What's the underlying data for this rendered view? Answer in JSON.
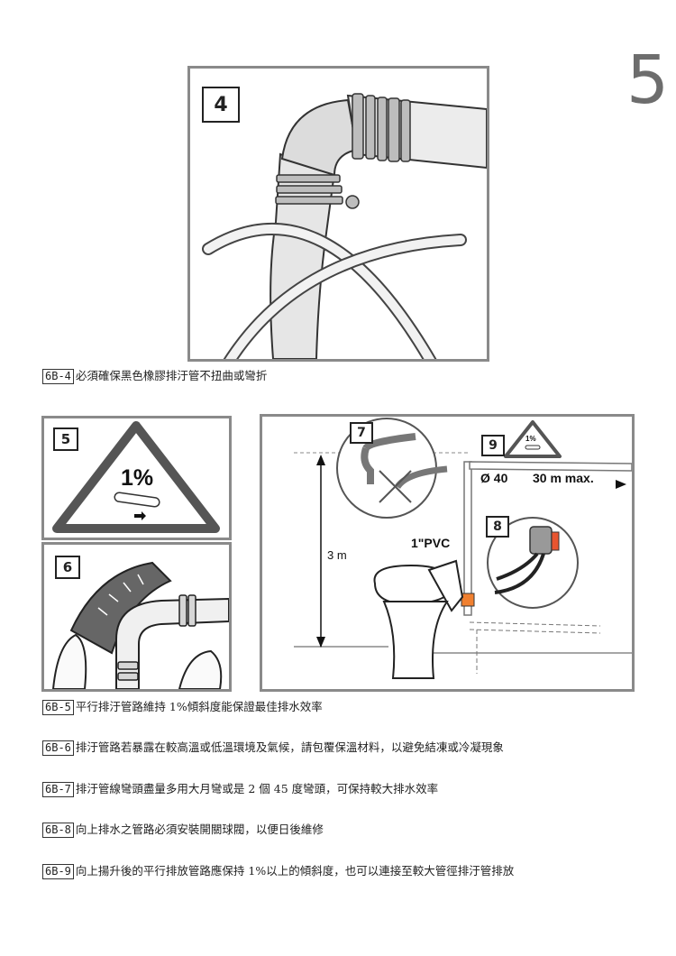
{
  "page": {
    "number": "5"
  },
  "figures": {
    "f4": {
      "step": "4"
    },
    "f5": {
      "step": "5",
      "slope": "1%"
    },
    "f6": {
      "step": "6"
    },
    "f7": {
      "step": "7"
    },
    "f8": {
      "step": "8"
    },
    "f9": {
      "step": "9",
      "slope": "1%"
    },
    "install": {
      "pipe_diameter": "Ø 40",
      "max_length": "30 m max.",
      "height": "3 m",
      "pvc": "1\"PVC"
    }
  },
  "captions": [
    {
      "code": "6B-4",
      "text": "必須確保黑色橡膠排汙管不扭曲或彎折"
    },
    {
      "code": "6B-5",
      "text": "平行排汙管路維持 1%傾斜度能保證最佳排水效率"
    },
    {
      "code": "6B-6",
      "text": "排汙管路若暴露在較高溫或低溫環境及氣候，請包覆保溫材料，以避免結凍或冷凝現象"
    },
    {
      "code": "6B-7",
      "text": "排汙管線彎頭盡量多用大月彎或是 2 個 45 度彎頭，可保持較大排水效率"
    },
    {
      "code": "6B-8",
      "text": "向上排水之管路必須安裝開關球閥，以便日後維修"
    },
    {
      "code": "6B-9",
      "text": "向上揚升後的平行排放管路應保持 1%以上的傾斜度，也可以連接至較大管徑排汙管排放"
    }
  ]
}
